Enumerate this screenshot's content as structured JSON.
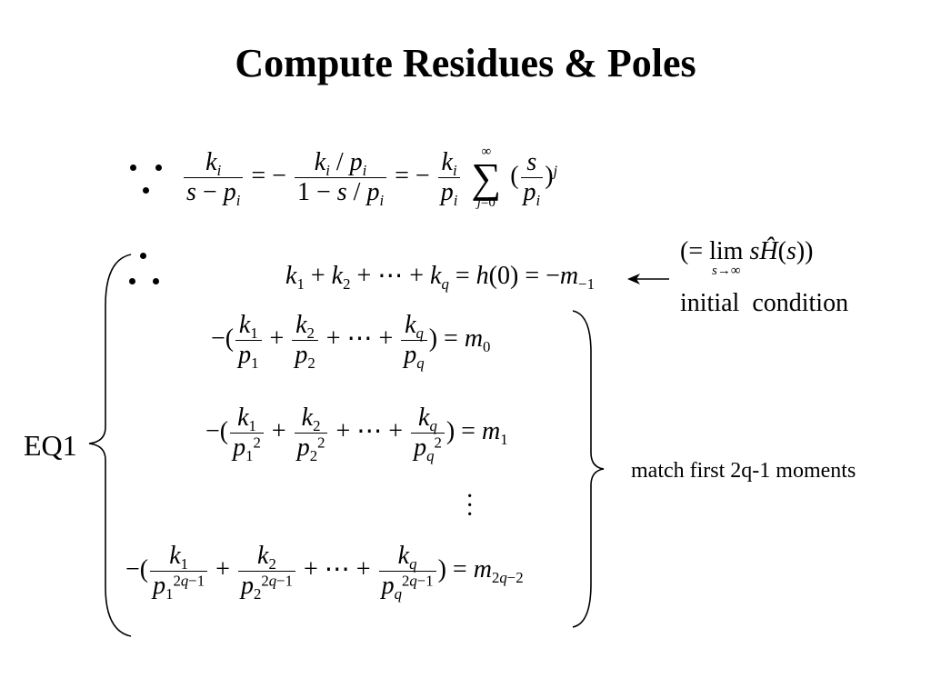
{
  "slide": {
    "title": "Compute Residues & Poles",
    "eq_label": "EQ1",
    "note_initial": "initial  condition",
    "note_moments": "match first 2q-1 moments",
    "colors": {
      "text": "#000000",
      "background": "#ffffff"
    }
  }
}
